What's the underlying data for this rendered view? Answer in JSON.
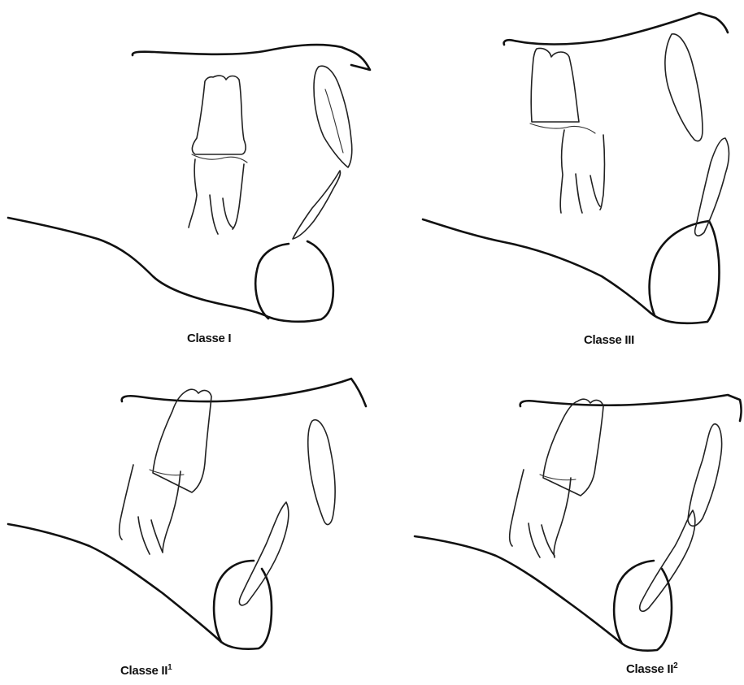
{
  "panels": [
    {
      "id": "classe-1",
      "label": "Classe I",
      "sup": ""
    },
    {
      "id": "classe-3",
      "label": "Classe III",
      "sup": ""
    },
    {
      "id": "classe-2-1",
      "label": "Classe II",
      "sup": "1"
    },
    {
      "id": "classe-2-2",
      "label": "Classe II",
      "sup": "2"
    }
  ]
}
